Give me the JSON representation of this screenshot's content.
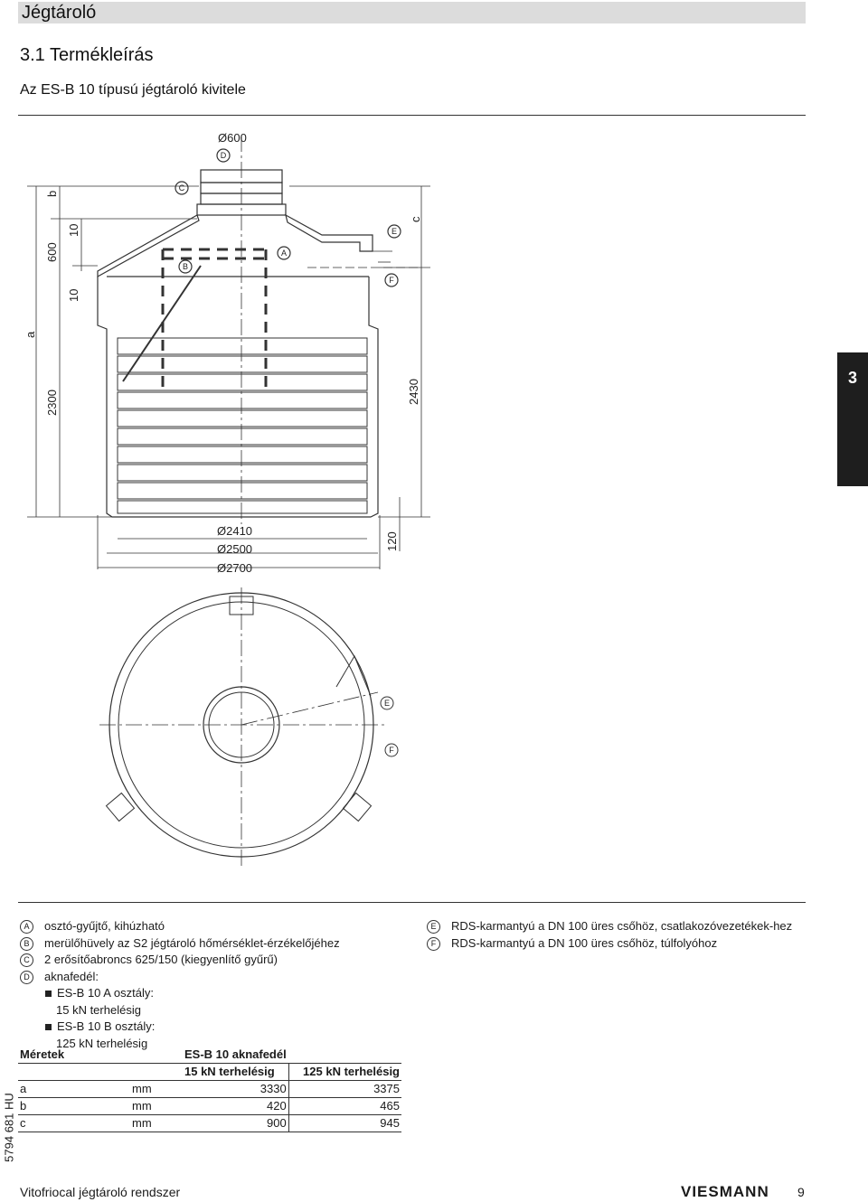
{
  "header": {
    "title": "Jégtároló"
  },
  "section": {
    "title": "3.1 Termékleírás",
    "subtitle": "Az ES-B 10 típusú jégtároló kivitele"
  },
  "side_tab": "3",
  "doc_number": "5794 681 HU",
  "drawing": {
    "dia_top": "Ø600",
    "d_2410": "Ø2410",
    "d_2500": "Ø2500",
    "d_2700": "Ø2700",
    "h_2300": "2300",
    "h_2430": "2430",
    "h_600": "600",
    "h_10a": "10",
    "h_10b": "10",
    "h_120": "120",
    "lbl_a": "a",
    "lbl_b": "b",
    "lbl_c": "c",
    "callouts": {
      "A": "A",
      "B": "B",
      "C": "C",
      "D": "D",
      "E": "E",
      "F": "F",
      "E2": "E",
      "F2": "F"
    }
  },
  "legend_left": [
    {
      "letter": "A",
      "text": "osztó-gyűjtő, kihúzható"
    },
    {
      "letter": "B",
      "text": "merülőhüvely az S2 jégtároló hőmérséklet-érzékelőjéhez"
    },
    {
      "letter": "C",
      "text": "2 erősítőabroncs 625/150 (kiegyenlítő gyűrű)"
    },
    {
      "letter": "D",
      "text": "aknafedél:"
    }
  ],
  "legend_sub": [
    {
      "label": "ES-B 10 A osztály:",
      "detail": "15 kN terhelésig"
    },
    {
      "label": "ES-B 10 B osztály:",
      "detail": "125 kN terhelésig"
    }
  ],
  "legend_right": [
    {
      "letter": "E",
      "text": "RDS-karmantyú a DN 100 üres csőhöz, csatlakozóvezetékek-hez"
    },
    {
      "letter": "F",
      "text": "RDS-karmantyú a DN 100 üres csőhöz, túlfolyóhoz"
    }
  ],
  "table": {
    "col_dim": "Méretek",
    "group": "ES-B 10 aknafedél",
    "col1": "15 kN terhelésig",
    "col2": "125 kN terhelésig",
    "rows": [
      {
        "name": "a",
        "unit": "mm",
        "v1": "3330",
        "v2": "3375"
      },
      {
        "name": "b",
        "unit": "mm",
        "v1": "420",
        "v2": "465"
      },
      {
        "name": "c",
        "unit": "mm",
        "v1": "900",
        "v2": "945"
      }
    ]
  },
  "footer": {
    "text": "Vitofriocal jégtároló rendszer",
    "brand": "VIESMANN",
    "page": "9"
  }
}
